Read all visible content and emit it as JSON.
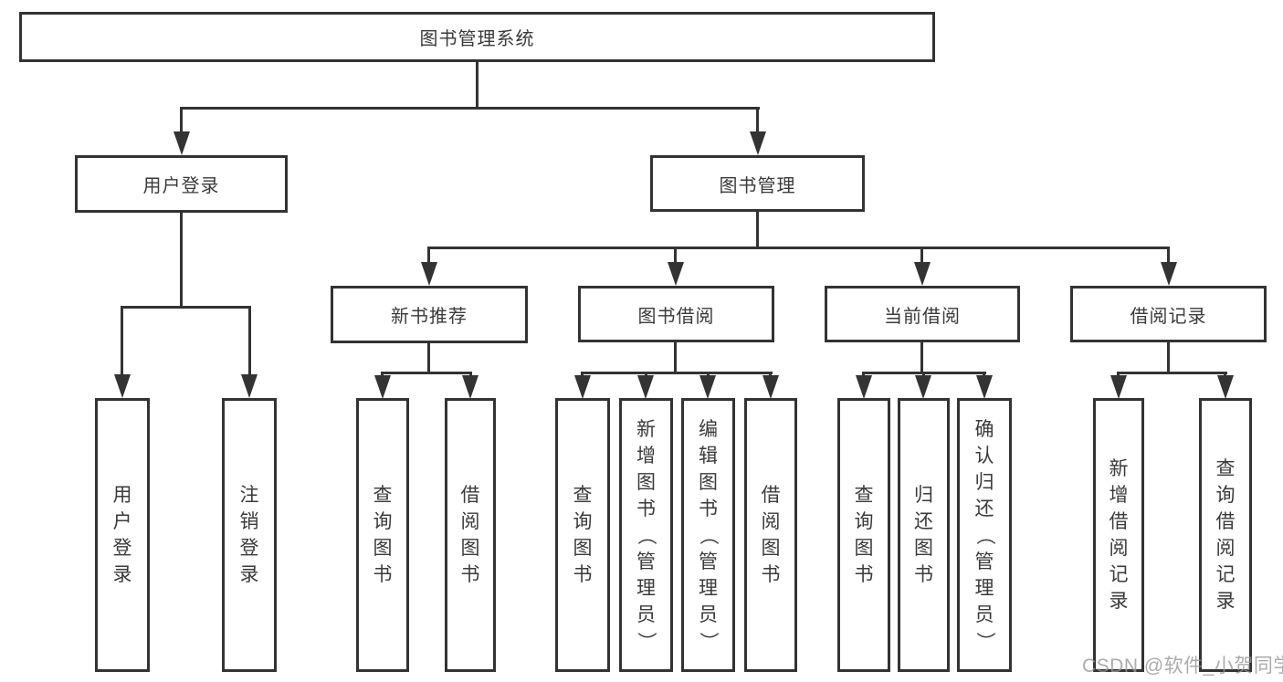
{
  "diagram": {
    "root_label": "图书管理系统",
    "level2": {
      "user_login": "用户登录",
      "book_mgmt": "图书管理"
    },
    "level3": {
      "new_books": "新书推荐",
      "borrowing": "图书借阅",
      "current": "当前借阅",
      "records": "借阅记录"
    },
    "leaves": {
      "login": "用户登录",
      "logout": "注销登录",
      "nb_query": "查询图书",
      "nb_borrow": "借阅图书",
      "bb_query": "查询图书",
      "bb_add": "新增图书（管理员）",
      "bb_edit": "编辑图书（管理员）",
      "bb_borrow": "借阅图书",
      "cb_query": "查询图书",
      "cb_return": "归还图书",
      "cb_confirm": "确认归还（管理员）",
      "br_add": "新增借阅记录",
      "br_query": "查询借阅记录"
    }
  },
  "watermark": "CSDN @软件_小贺同学",
  "colors": {
    "line": "#333333",
    "text": "#3a3a3a",
    "box_bg": "#ffffff",
    "watermark": "#969696"
  }
}
